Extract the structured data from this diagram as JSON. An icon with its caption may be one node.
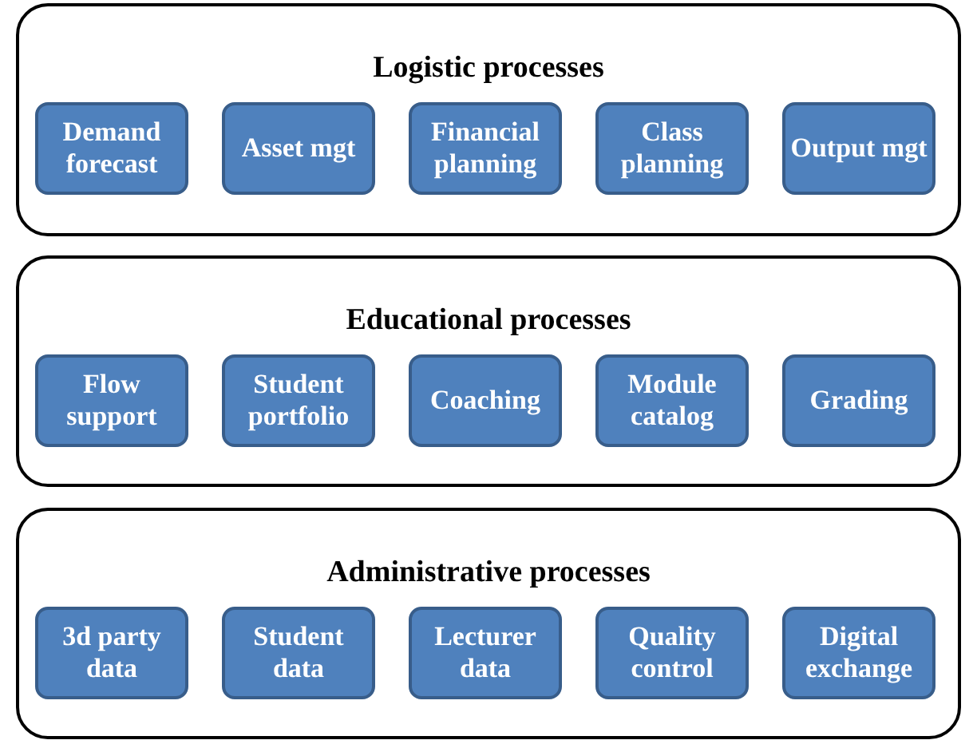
{
  "diagram": {
    "nodes": [
      {
        "text": [
          "Logistic processes"
        ]
      },
      {
        "text": [
          "Demand forecast"
        ],
        "in": 0
      },
      {
        "text": [
          "Asset mgt"
        ],
        "in": 0
      },
      {
        "text": [
          "Financial planning"
        ],
        "in": 0
      },
      {
        "text": [
          "Class planning"
        ],
        "in": 0
      },
      {
        "text": [
          "Output mgt"
        ],
        "in": 0
      },
      {
        "text": [
          "Educational processes"
        ]
      },
      {
        "text": [
          "Flow support"
        ],
        "in": 6
      },
      {
        "text": [
          "Student portfolio"
        ],
        "in": 6
      },
      {
        "text": [
          "Coaching"
        ],
        "in": 6
      },
      {
        "text": [
          "Module catalog"
        ],
        "in": 6
      },
      {
        "text": [
          "Grading"
        ],
        "in": 6
      },
      {
        "text": [
          "Administrative processes"
        ]
      },
      {
        "text": [
          "3d party data"
        ],
        "in": 12
      },
      {
        "text": [
          "Student data"
        ],
        "in": 12
      },
      {
        "text": [
          "Lecturer data"
        ],
        "in": 12
      },
      {
        "text": [
          "Quality control"
        ],
        "in": 12
      },
      {
        "text": [
          "Digital exchange"
        ],
        "in": 12
      }
    ]
  }
}
